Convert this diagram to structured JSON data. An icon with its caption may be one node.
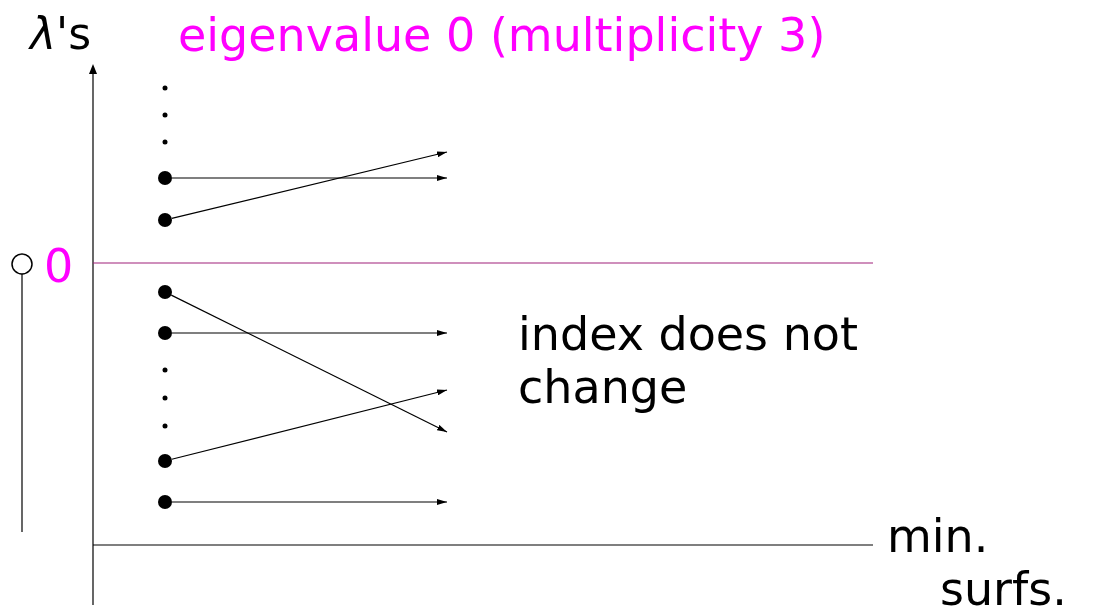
{
  "diagram": {
    "nodes": [
      {
        "text": [],
        "shape": "circle"
      },
      {
        "text": [],
        "shape": "circle"
      },
      {
        "text": [],
        "shape": "circle"
      },
      {
        "text": [],
        "shape": "circle"
      },
      {
        "text": [],
        "shape": "circle"
      },
      {
        "text": [],
        "shape": "circle"
      }
    ],
    "edges": [
      {
        "from": 0,
        "to": null,
        "arrow": "to"
      },
      {
        "from": 1,
        "to": null,
        "arrow": "to"
      },
      {
        "from": 2,
        "to": null,
        "arrow": "to"
      },
      {
        "from": 3,
        "to": null,
        "arrow": "to"
      },
      {
        "from": 4,
        "to": null,
        "arrow": "to"
      },
      {
        "from": 5,
        "to": null,
        "arrow": "to"
      }
    ],
    "labels": [
      "*λ*'s",
      "eigenvalue 0 (multiplicity 3)",
      "0",
      "index does not change",
      "min. surfs."
    ]
  }
}
